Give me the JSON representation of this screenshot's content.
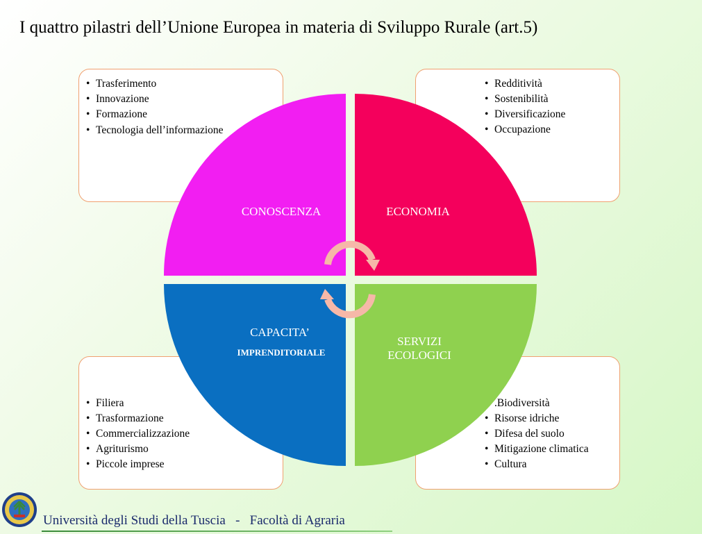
{
  "title": "I quattro pilastri dell’Unione Europea in materia di Sviluppo Rurale (art.5)",
  "quadrants": {
    "conoscenza": {
      "label": "CONOSCENZA",
      "color": "#f21ef2",
      "items": [
        "Trasferimento",
        "Innovazione",
        "Formazione",
        "Tecnologia dell’informazione"
      ]
    },
    "economia": {
      "label": "ECONOMIA",
      "color": "#f4005c",
      "items": [
        "Redditività",
        "Sostenibilità",
        "Diversificazione",
        "Occupazione"
      ]
    },
    "capacita": {
      "label_line1": "CAPACITA’",
      "label_line2": "IMPRENDITORIALE",
      "color": "#0a6fc1",
      "items": [
        "Filiera",
        "Trasformazione",
        "Commercializzazione",
        "Agriturismo",
        "Piccole imprese"
      ]
    },
    "servizi": {
      "label_line1": "SERVIZI",
      "label_line2": "ECOLOGICI",
      "color": "#8fd14f",
      "items": [
        ".Biodiversità",
        "Risorse idriche",
        "Difesa del suolo",
        "Mitigazione climatica",
        "Cultura"
      ]
    }
  },
  "arrow_color": "#f6b8a8",
  "box_border_color": "#f0a070",
  "footer": {
    "university": "Università degli Studi della Tuscia",
    "separator": "-",
    "faculty": "Facoltà di Agraria"
  }
}
